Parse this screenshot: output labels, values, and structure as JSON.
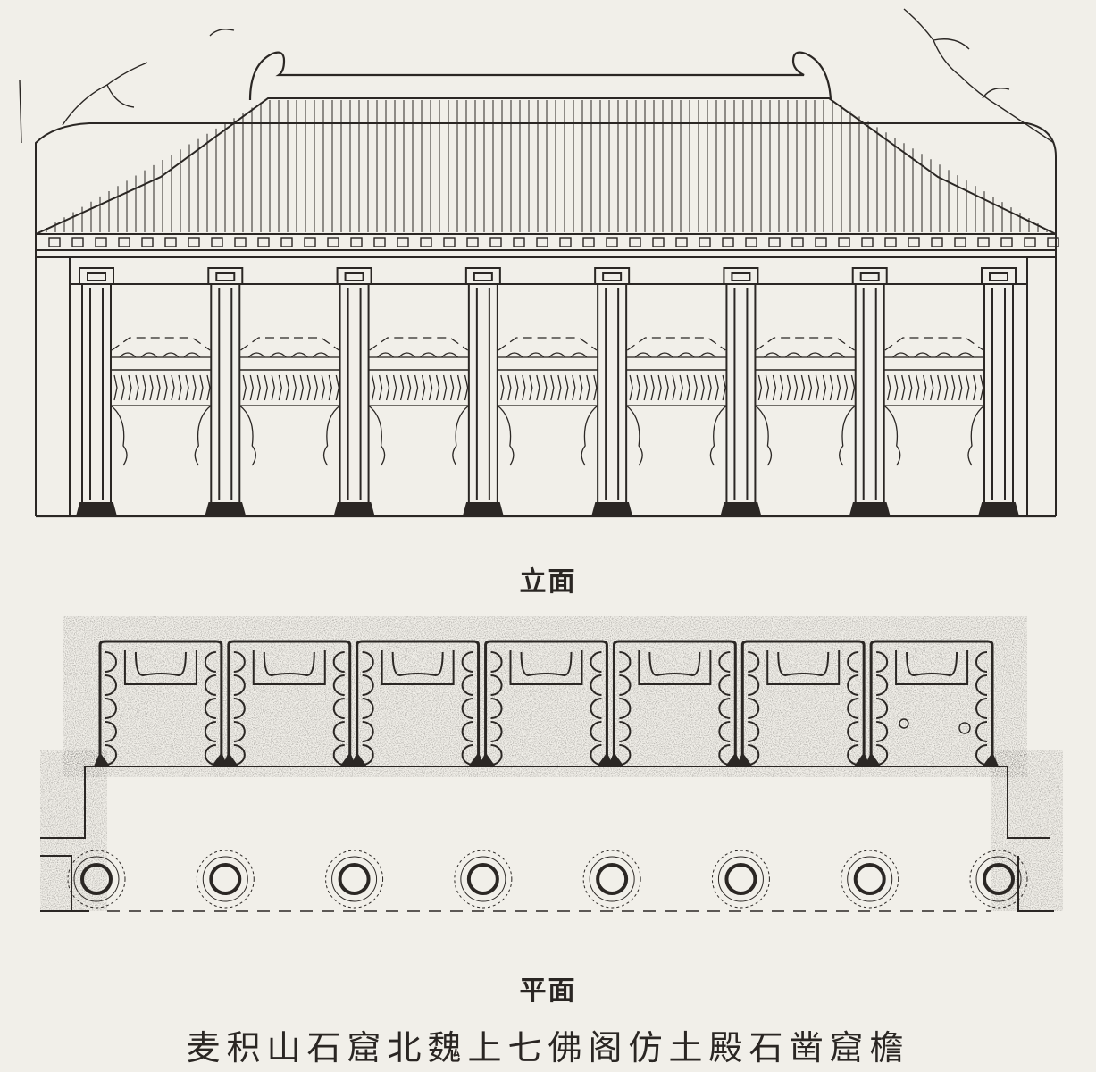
{
  "diagram": {
    "elevation_label": "立面",
    "plan_label": "平面",
    "title": "麦积山石窟北魏上七佛阁仿土殿石凿窟檐",
    "elevation": {
      "column_count": 8,
      "bay_count": 7
    },
    "plan": {
      "chamber_count": 7,
      "front_column_count": 8
    },
    "colors": {
      "ink": "#2b2724",
      "paper": "#f1efe9"
    }
  }
}
